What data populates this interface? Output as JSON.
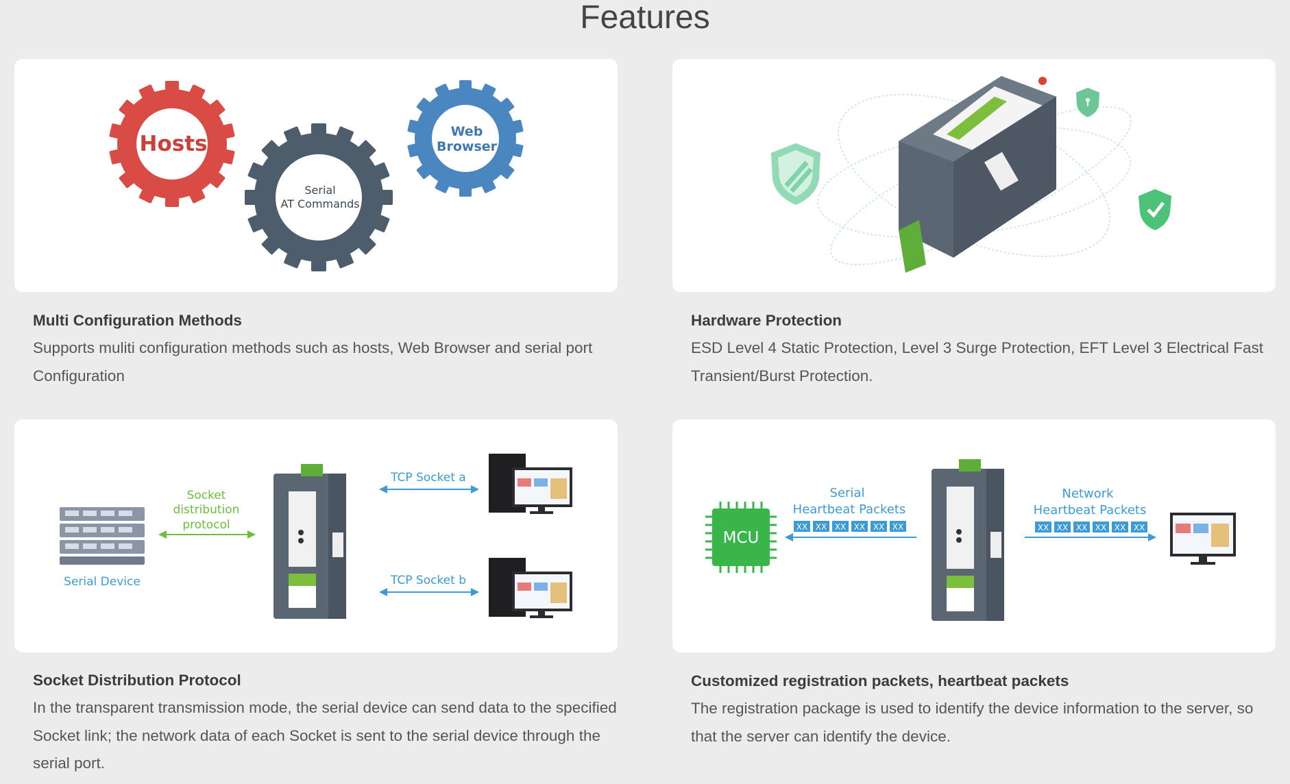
{
  "page": {
    "title": "Features"
  },
  "colors": {
    "background": "#ececec",
    "card": "#ffffff",
    "gear_red": "#d94b45",
    "gear_slate": "#4d5d6b",
    "gear_blue": "#4a86c0",
    "green": "#6bbf3e",
    "teal": "#3c9bd6",
    "mcu_green": "#39b54a"
  },
  "features": [
    {
      "title": "Multi Configuration Methods",
      "description": "Supports muliti configuration methods such as hosts, Web Browser and serial port Configuration",
      "diagram": {
        "gear_hosts": "Hosts",
        "gear_serial_line1": "Serial",
        "gear_serial_line2": "AT Commands",
        "gear_web_line1": "Web",
        "gear_web_line2": "Browser"
      }
    },
    {
      "title": "Hardware Protection",
      "description": "ESD Level 4 Static Protection, Level 3 Surge Protection, EFT Level 3 Electrical Fast Transient/Burst Protection.",
      "diagram": {
        "device_icon": "din-rail-converter-icon",
        "shield_icons": [
          "shield-stripes-icon",
          "shield-lock-icon",
          "shield-check-icon"
        ]
      }
    },
    {
      "title": "Socket Distribution Protocol",
      "description": "In the transparent transmission mode, the serial device can send data to the specified Socket link; the network data of each Socket is sent to the serial device through the serial port.",
      "diagram": {
        "serial_device_label": "Serial Device",
        "socket_label_line1": "Socket",
        "socket_label_line2": "distribution",
        "socket_label_line3": "protocol",
        "tcp_a": "TCP Socket a",
        "tcp_b": "TCP Socket b"
      }
    },
    {
      "title": "Customized registration packets, heartbeat packets",
      "description": "The registration package is used to identify the device information to the server, so that the server can identify the device.",
      "diagram": {
        "mcu_label": "MCU",
        "serial_hb_line1": "Serial",
        "serial_hb_line2": "Heartbeat Packets",
        "network_hb_line1": "Network",
        "network_hb_line2": "Heartbeat Packets",
        "packet": "XX",
        "packets_serial": [
          "XX",
          "XX",
          "XX",
          "XX",
          "XX",
          "XX"
        ],
        "packets_network": [
          "XX",
          "XX",
          "XX",
          "XX",
          "XX",
          "XX"
        ]
      }
    }
  ]
}
